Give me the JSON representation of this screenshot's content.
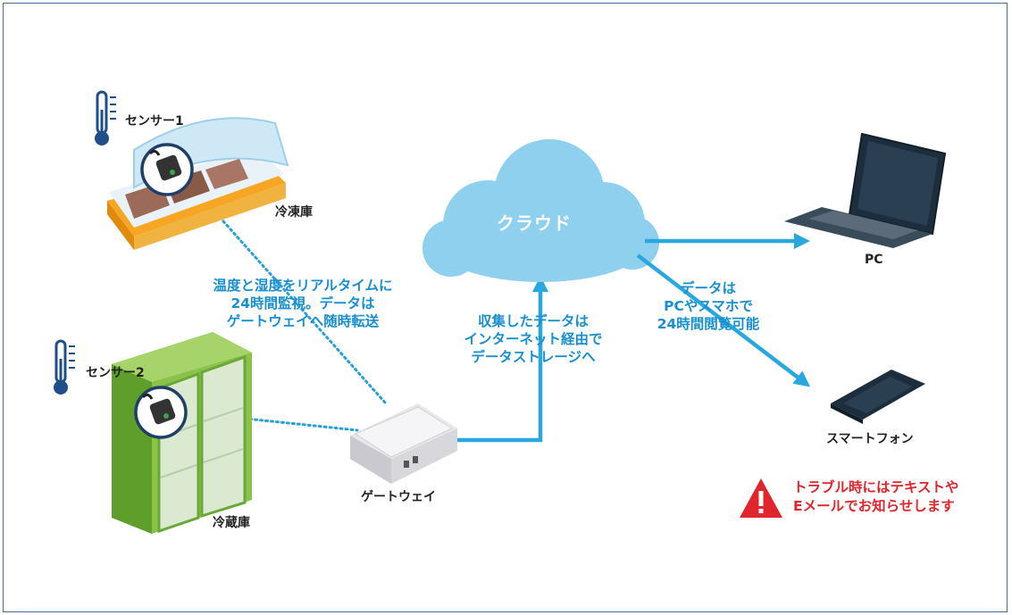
{
  "labels": {
    "sensor1": "センサー1",
    "sensor2": "センサー2",
    "freezer": "冷凍庫",
    "refrigerator": "冷蔵庫",
    "gateway": "ゲートウェイ",
    "cloud": "クラウド",
    "pc": "PC",
    "smartphone": "スマートフォン"
  },
  "captions": {
    "sensor_to_gateway": [
      "温度と湿度をリアルタイムに",
      "24時間監視。データは",
      "ゲートウェイへ随時転送"
    ],
    "gateway_to_cloud": [
      "収集したデータは",
      "インターネット経由で",
      "データストレージへ"
    ],
    "cloud_to_devices": [
      "データは",
      "PCやスマホで",
      "24時間閲覧可能"
    ]
  },
  "alert": {
    "lines": [
      "トラブル時にはテキストや",
      "Eメールでお知らせします"
    ]
  },
  "colors": {
    "caption": "#1a8fcf",
    "arrow": "#29a8e0",
    "cloud": "#8fd0ef",
    "alert": "#e0262c",
    "frame": "#4a6e96",
    "thermometer": "#1f4f8a"
  },
  "icons": [
    "thermometer-icon",
    "sensor-icon",
    "freezer-icon",
    "refrigerator-icon",
    "gateway-icon",
    "cloud-icon",
    "laptop-icon",
    "smartphone-icon",
    "warning-icon"
  ]
}
